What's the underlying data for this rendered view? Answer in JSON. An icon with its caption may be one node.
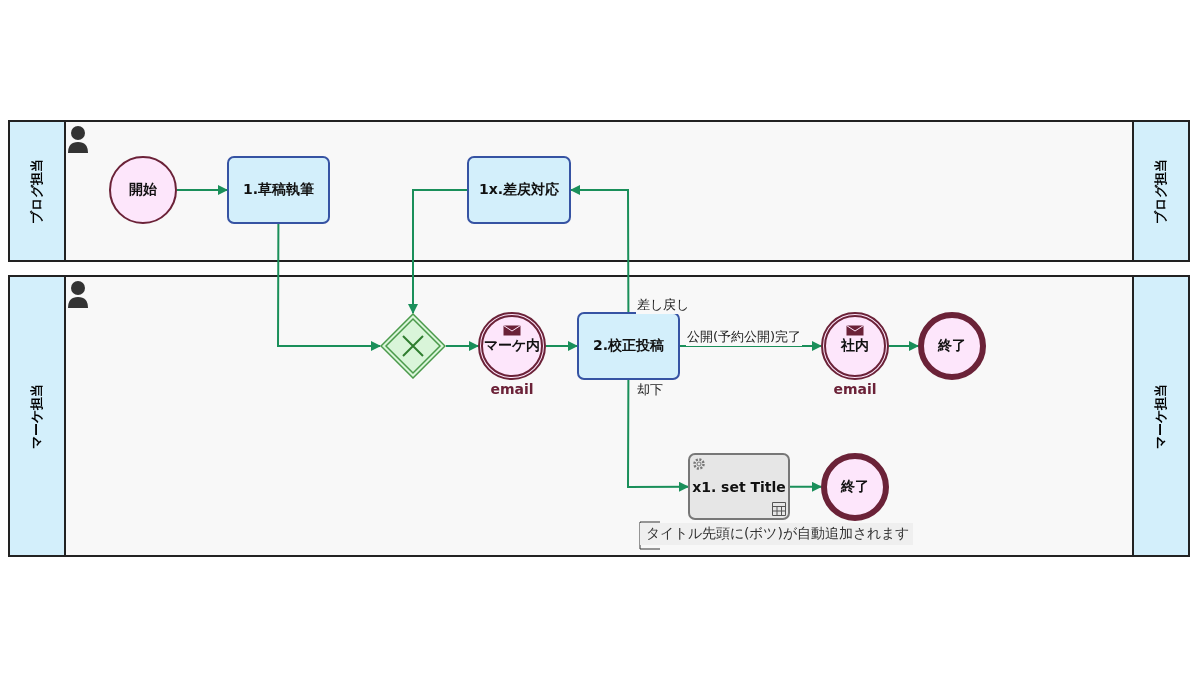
{
  "diagram": {
    "nodes": [
      {
        "text": [
          "ブログ担当",
          "ブログ担当"
        ]
      },
      {
        "text": [
          "開始"
        ],
        "in": 0
      },
      {
        "text": [
          "1.草稿執筆"
        ],
        "in": 0
      },
      {
        "text": [
          "1x.差戻対応"
        ],
        "in": 0
      },
      {
        "text": [
          "マーケ担当",
          "マーケ担当"
        ]
      },
      {
        "text": [],
        "shape": "diamond",
        "in": 4
      },
      {
        "text": [
          "マーケ内",
          "email"
        ],
        "in": 4
      },
      {
        "text": [
          "2.校正投稿"
        ],
        "in": 4
      },
      {
        "text": [
          "社内",
          "email"
        ],
        "in": 4
      },
      {
        "text": [
          "終了"
        ],
        "in": 4
      },
      {
        "text": [
          "x1. set Title"
        ],
        "beside": [
          "タイトル先頭に(ボツ)が自動追加されます"
        ],
        "in": 4
      },
      {
        "text": [
          "終了"
        ],
        "in": 4
      }
    ],
    "edges": [
      {
        "from": 1,
        "to": 2,
        "arrow": "to"
      },
      {
        "from": 2,
        "to": 5,
        "arrow": "to"
      },
      {
        "from": 3,
        "to": 5,
        "arrow": "to"
      },
      {
        "from": 5,
        "to": 6,
        "arrow": "to"
      },
      {
        "from": 6,
        "to": 7,
        "arrow": "to"
      },
      {
        "from": 7,
        "to": 3,
        "arrow": "to",
        "label": "差し戻し"
      },
      {
        "from": 7,
        "to": 8,
        "arrow": "to",
        "label": "公開(予約公開)完了"
      },
      {
        "from": 8,
        "to": 9,
        "arrow": "to"
      },
      {
        "from": 7,
        "to": 10,
        "arrow": "to",
        "label": "却下"
      },
      {
        "from": 10,
        "to": 11,
        "arrow": "to"
      }
    ]
  }
}
